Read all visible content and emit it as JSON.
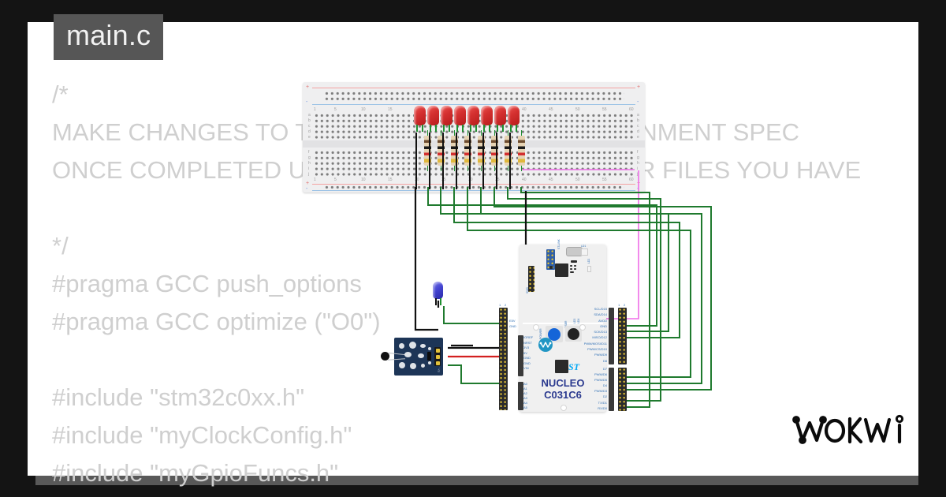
{
  "window": {
    "background_color": "#141414",
    "sheet_color": "#ffffff",
    "shadow_color": "#595959"
  },
  "file_tab": {
    "label": "main.c",
    "background_color": "#565656",
    "text_color": "#f2f2f2"
  },
  "code": {
    "text_color": "#cfcfcf",
    "lines": [
      "/*",
      "MAKE CHANGES TO THIS FILE AS PER THE ASSIGNMENT SPEC",
      "ONCE COMPLETED UPLOAD THIS AND ANY OTHER FILES YOU HAVE",
      "",
      "*/",
      "#pragma GCC push_options",
      "#pragma GCC optimize (\"O0\")",
      "",
      "",
      "#include \"stm32c0xx.h\"",
      "#include \"myClockConfig.h\"",
      "#include \"myGpioFuncs.h\""
    ]
  },
  "diagram": {
    "breadboard": {
      "name": "breadboard-half-plus",
      "column_numbers": [
        "1",
        "5",
        "10",
        "15",
        "20",
        "25",
        "30",
        "35",
        "40",
        "45",
        "50",
        "55",
        "60"
      ],
      "row_letters_top": [
        "a",
        "b",
        "c",
        "d",
        "e"
      ],
      "row_letters_bottom": [
        "f",
        "g",
        "h",
        "i",
        "j"
      ],
      "rail_plus": "+",
      "rail_minus": "-"
    },
    "leds": [
      {
        "name": "led-0",
        "color": "red"
      },
      {
        "name": "led-1",
        "color": "red"
      },
      {
        "name": "led-2",
        "color": "red"
      },
      {
        "name": "led-3",
        "color": "red"
      },
      {
        "name": "led-4",
        "color": "red"
      },
      {
        "name": "led-5",
        "color": "red"
      },
      {
        "name": "led-6",
        "color": "red"
      },
      {
        "name": "led-7",
        "color": "red"
      },
      {
        "name": "led-status",
        "color": "blue"
      }
    ],
    "resistor_count": 8,
    "board": {
      "name_line1": "NUCLEO",
      "name_line2": "C031C6",
      "brand": "ST",
      "led_labels": [
        "LD1",
        "LD2",
        "LD3",
        "LD4"
      ],
      "swd_label": "SWD",
      "usb_label": "USB",
      "reset_label": "RESET",
      "power_label": "POWER",
      "pin_number_labels": [
        "1",
        "2"
      ],
      "left_header_labels": [
        "E5V",
        "GND",
        "IOREF",
        "NRST",
        "3V3",
        "5V",
        "GND",
        "GND",
        "VIN"
      ],
      "analog_labels": [
        "A0",
        "A1",
        "A2",
        "A3",
        "A4",
        "A5"
      ],
      "right_header_upper_labels": [
        "SCL/D15",
        "SDA/D14",
        "AVDD",
        "GND",
        "SCK/D13",
        "MISO/D12",
        "PWM/MOSI/D11",
        "PWM/CS/D10",
        "PWM/D9",
        "D8"
      ],
      "right_header_lower_labels": [
        "D7",
        "PWM/D6",
        "PWM/D5",
        "D4",
        "PWM/D3",
        "D2",
        "TX/D1",
        "RX/D0"
      ]
    },
    "sensor": {
      "name": "ntc-temperature-sensor",
      "pins": [
        "S",
        "+",
        "-"
      ],
      "body_color": "#1d3557"
    },
    "wire_colors": {
      "signal": "#1f7a2e",
      "ground": "#111111",
      "power": "#d32020",
      "accent": "#ef6ee8"
    }
  },
  "brand": {
    "logo_text": "WOKWI"
  }
}
